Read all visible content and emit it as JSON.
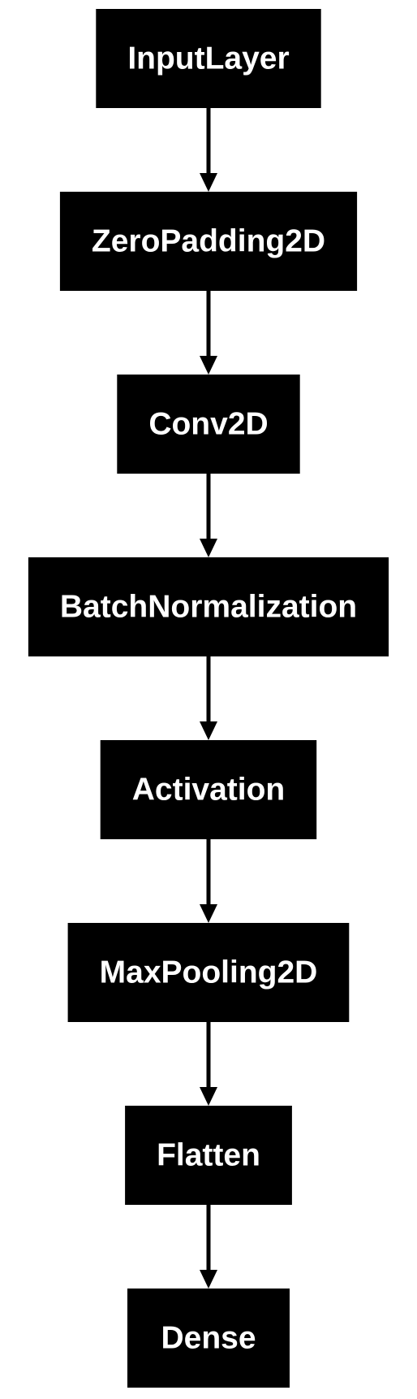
{
  "diagram": {
    "type": "flowchart-vertical",
    "colors": {
      "background": "#ffffff",
      "node_fill": "#000000",
      "node_text": "#ffffff",
      "edge": "#000000"
    },
    "nodes": [
      {
        "id": "input_layer",
        "label": "InputLayer"
      },
      {
        "id": "zero_padding_2d",
        "label": "ZeroPadding2D"
      },
      {
        "id": "conv2d",
        "label": "Conv2D"
      },
      {
        "id": "batch_normalization",
        "label": "BatchNormalization"
      },
      {
        "id": "activation",
        "label": "Activation"
      },
      {
        "id": "max_pooling_2d",
        "label": "MaxPooling2D"
      },
      {
        "id": "flatten",
        "label": "Flatten"
      },
      {
        "id": "dense",
        "label": "Dense"
      }
    ],
    "edges": [
      {
        "from": "input_layer",
        "to": "zero_padding_2d"
      },
      {
        "from": "zero_padding_2d",
        "to": "conv2d"
      },
      {
        "from": "conv2d",
        "to": "batch_normalization"
      },
      {
        "from": "batch_normalization",
        "to": "activation"
      },
      {
        "from": "activation",
        "to": "max_pooling_2d"
      },
      {
        "from": "max_pooling_2d",
        "to": "flatten"
      },
      {
        "from": "flatten",
        "to": "dense"
      }
    ]
  }
}
